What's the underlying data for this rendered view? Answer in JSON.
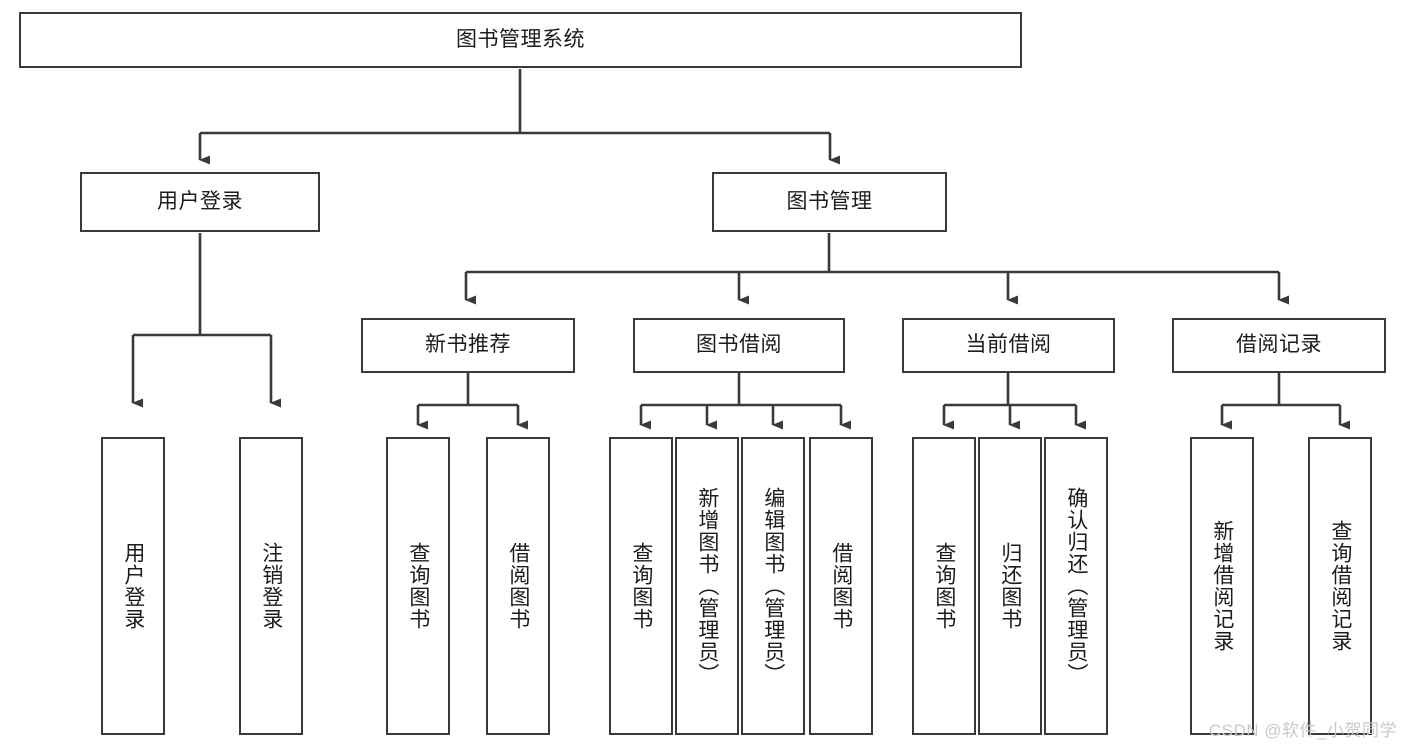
{
  "diagram": {
    "title": "图书管理系统",
    "type": "tree",
    "watermark": "CSDN @软件_小贺同学",
    "colors": {
      "box_border": "#3a3a3a",
      "box_fill": "#ffffff",
      "connector": "#3a3a3a",
      "text": "#1c1c1c",
      "watermark": "#c9c9c9"
    },
    "root": {
      "label": "图书管理系统"
    },
    "level2": [
      {
        "label": "用户登录"
      },
      {
        "label": "图书管理"
      }
    ],
    "level3": [
      {
        "label": "新书推荐"
      },
      {
        "label": "图书借阅"
      },
      {
        "label": "当前借阅"
      },
      {
        "label": "借阅记录"
      }
    ],
    "leaves": {
      "user_login": [
        {
          "label": "用户登录"
        },
        {
          "label": "注销登录"
        }
      ],
      "new_book_recommend": [
        {
          "label": "查询图书"
        },
        {
          "label": "借阅图书"
        }
      ],
      "book_borrow": [
        {
          "label": "查询图书"
        },
        {
          "label": "新增图书（管理员）"
        },
        {
          "label": "编辑图书（管理员）"
        },
        {
          "label": "借阅图书"
        }
      ],
      "current_borrow": [
        {
          "label": "查询图书"
        },
        {
          "label": "归还图书"
        },
        {
          "label": "确认归还（管理员）"
        }
      ],
      "borrow_record": [
        {
          "label": "新增借阅记录"
        },
        {
          "label": "查询借阅记录"
        }
      ]
    }
  }
}
